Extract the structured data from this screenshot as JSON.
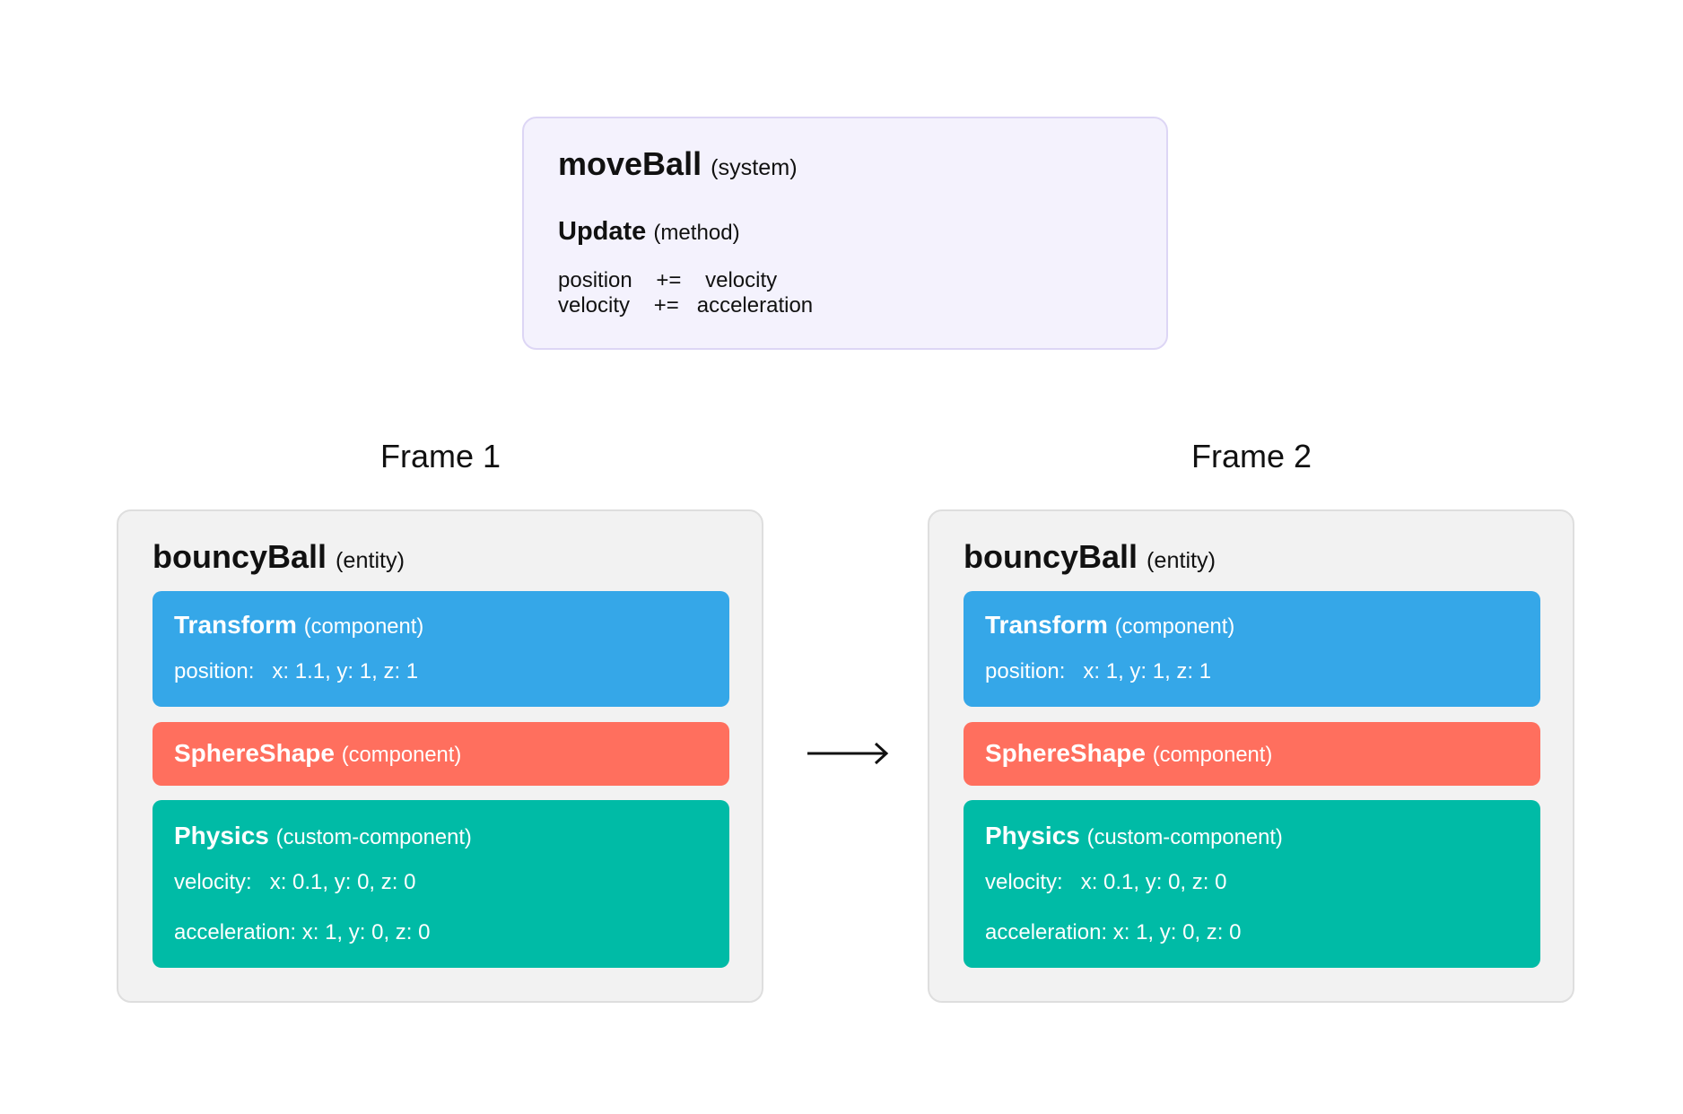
{
  "system": {
    "name": "moveBall",
    "kind": "(system)",
    "method_name": "Update",
    "method_kind": "(method)",
    "lines": [
      "position    +=    velocity",
      "velocity    +=   acceleration"
    ],
    "background": "#f4f2fd"
  },
  "arrow_icon": "right-arrow",
  "colors": {
    "transform": "#35a7e8",
    "sphere": "#ff6f5e",
    "physics": "#00bba6",
    "entity_bg": "#f2f2f2"
  },
  "frames": [
    {
      "label": "Frame 1",
      "entity": {
        "name": "bouncyBall",
        "kind": "(entity)"
      },
      "transform": {
        "name": "Transform",
        "kind": "(component)",
        "position": "position:   x: 1.1, y: 1, z: 1"
      },
      "sphere": {
        "name": "SphereShape",
        "kind": "(component)"
      },
      "physics": {
        "name": "Physics",
        "kind": "(custom-component)",
        "velocity": "velocity:   x: 0.1, y: 0, z: 0",
        "acceleration": "acceleration: x: 1, y: 0, z: 0"
      }
    },
    {
      "label": "Frame 2",
      "entity": {
        "name": "bouncyBall",
        "kind": "(entity)"
      },
      "transform": {
        "name": "Transform",
        "kind": "(component)",
        "position": "position:   x: 1, y: 1, z: 1"
      },
      "sphere": {
        "name": "SphereShape",
        "kind": "(component)"
      },
      "physics": {
        "name": "Physics",
        "kind": "(custom-component)",
        "velocity": "velocity:   x: 0.1, y: 0, z: 0",
        "acceleration": "acceleration: x: 1, y: 0, z: 0"
      }
    }
  ]
}
